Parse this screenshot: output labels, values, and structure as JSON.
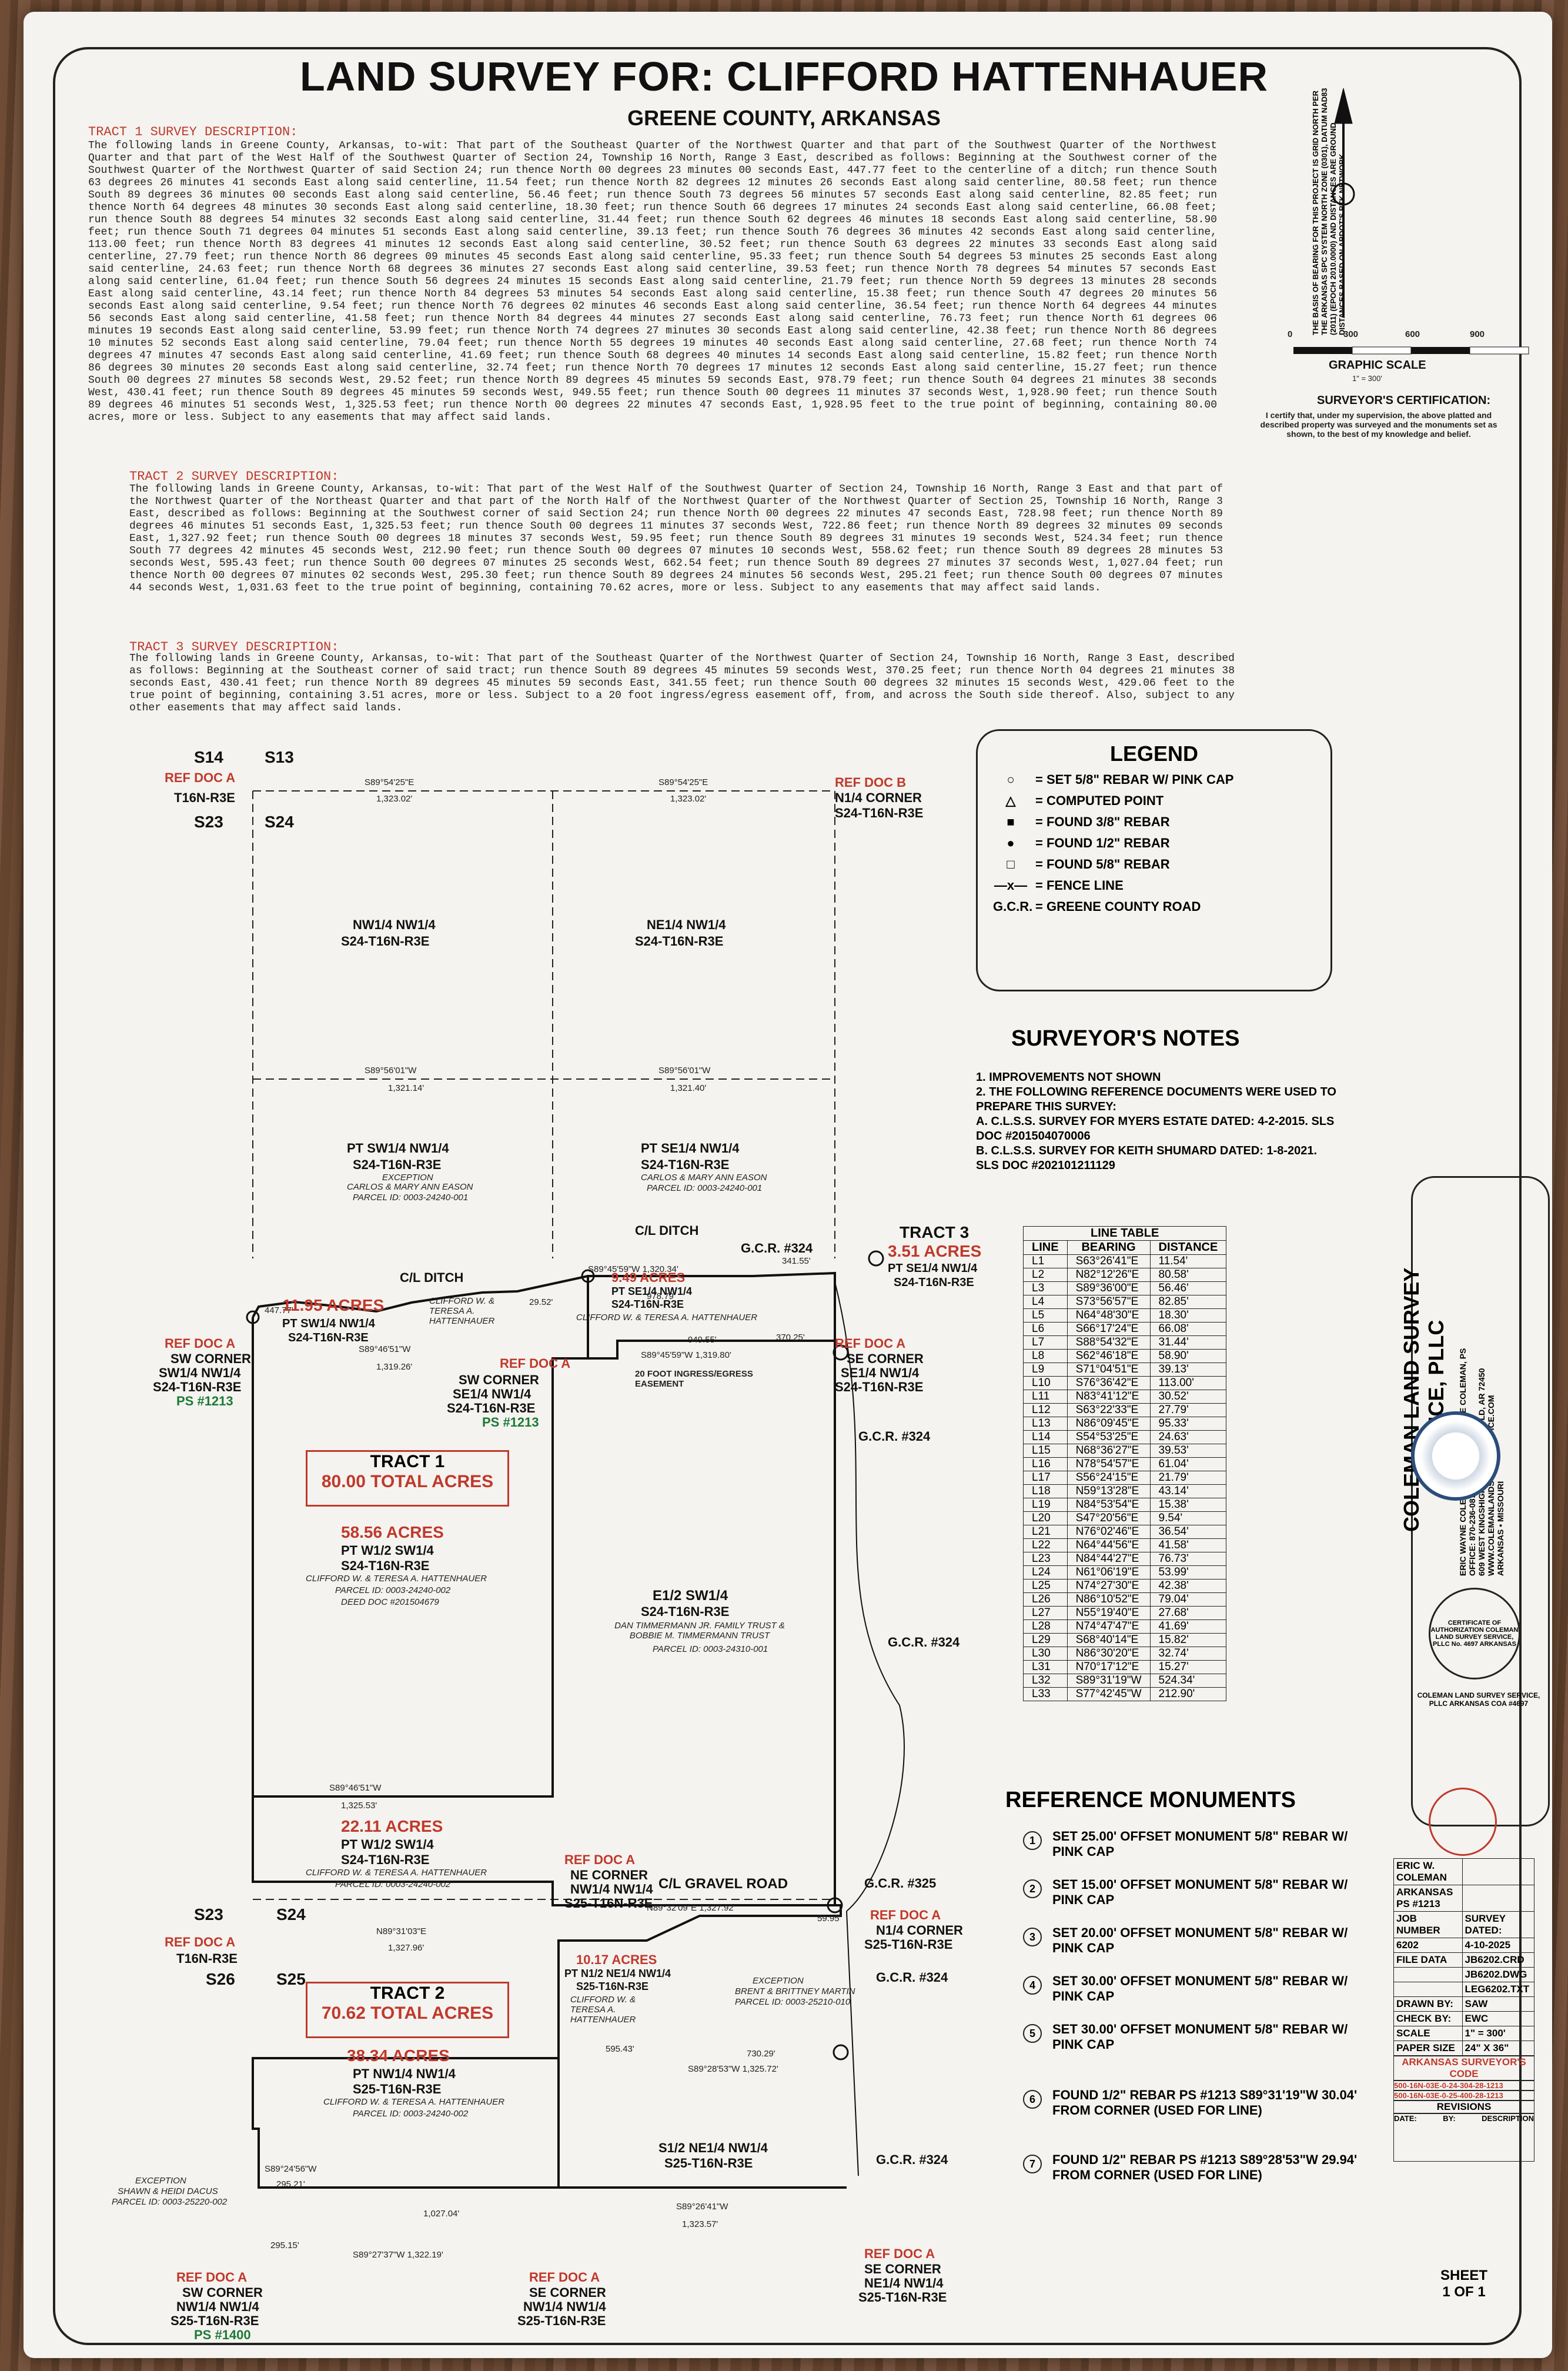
{
  "header": {
    "title": "LAND SURVEY FOR: CLIFFORD HATTENHAUER",
    "county": "GREENE COUNTY, ARKANSAS"
  },
  "tract1": {
    "heading": "TRACT 1 SURVEY DESCRIPTION:",
    "text": "The following lands in Greene County, Arkansas, to-wit: That part of the Southeast Quarter of the Northwest Quarter and that part of the Southwest Quarter of the Northwest Quarter and that part of the West Half of the Southwest Quarter of Section 24, Township 16 North, Range 3 East, described as follows: Beginning at the Southwest corner of the Southwest Quarter of the Northwest Quarter of said Section 24; run thence North 00 degrees 23 minutes 00 seconds East, 447.77 feet to the centerline of a ditch; run thence South 63 degrees 26 minutes 41 seconds East along said centerline, 11.54 feet; run thence North 82 degrees 12 minutes 26 seconds East along said centerline, 80.58 feet; run thence South 89 degrees 36 minutes 00 seconds East along said centerline, 56.46 feet; run thence South 73 degrees 56 minutes 57 seconds East along said centerline, 82.85 feet; run thence North 64 degrees 48 minutes 30 seconds East along said centerline, 18.30 feet; run thence South 66 degrees 17 minutes 24 seconds East along said centerline, 66.08 feet; run thence South 88 degrees 54 minutes 32 seconds East along said centerline, 31.44 feet; run thence South 62 degrees 46 minutes 18 seconds East along said centerline, 58.90 feet; run thence South 71 degrees 04 minutes 51 seconds East along said centerline, 39.13 feet; run thence South 76 degrees 36 minutes 42 seconds East along said centerline, 113.00 feet; run thence North 83 degrees 41 minutes 12 seconds East along said centerline, 30.52 feet; run thence South 63 degrees 22 minutes 33 seconds East along said centerline, 27.79 feet; run thence North 86 degrees 09 minutes 45 seconds East along said centerline, 95.33 feet; run thence South 54 degrees 53 minutes 25 seconds East along said centerline, 24.63 feet; run thence North 68 degrees 36 minutes 27 seconds East along said centerline, 39.53 feet; run thence North 78 degrees 54 minutes 57 seconds East along said centerline, 61.04 feet; run thence South 56 degrees 24 minutes 15 seconds East along said centerline, 21.79 feet; run thence North 59 degrees 13 minutes 28 seconds East along said centerline, 43.14 feet; run thence North 84 degrees 53 minutes 54 seconds East along said centerline, 15.38 feet; run thence South 47 degrees 20 minutes 56 seconds East along said centerline, 9.54 feet; run thence North 76 degrees 02 minutes 46 seconds East along said centerline, 36.54 feet; run thence North 64 degrees 44 minutes 56 seconds East along said centerline, 41.58 feet; run thence North 84 degrees 44 minutes 27 seconds East along said centerline, 76.73 feet; run thence North 61 degrees 06 minutes 19 seconds East along said centerline, 53.99 feet; run thence North 74 degrees 27 minutes 30 seconds East along said centerline, 42.38 feet; run thence North 86 degrees 10 minutes 52 seconds East along said centerline, 79.04 feet; run thence North 55 degrees 19 minutes 40 seconds East along said centerline, 27.68 feet; run thence North 74 degrees 47 minutes 47 seconds East along said centerline, 41.69 feet; run thence South 68 degrees 40 minutes 14 seconds East along said centerline, 15.82 feet; run thence North 86 degrees 30 minutes 20 seconds East along said centerline, 32.74 feet; run thence North 70 degrees 17 minutes 12 seconds East along said centerline, 15.27 feet; run thence South 00 degrees 27 minutes 58 seconds West, 29.52 feet; run thence North 89 degrees 45 minutes 59 seconds East, 978.79 feet; run thence South 04 degrees 21 minutes 38 seconds West, 430.41 feet; run thence South 89 degrees 45 minutes 59 seconds West, 949.55 feet; run thence South 00 degrees 11 minutes 37 seconds West, 1,928.90 feet; run thence South 89 degrees 46 minutes 51 seconds West, 1,325.53 feet; run thence North 00 degrees 22 minutes 47 seconds East, 1,928.95 feet to the true point of beginning, containing 80.00 acres, more or less. Subject to any easements that may affect said lands."
  },
  "tract2": {
    "heading": "TRACT 2 SURVEY DESCRIPTION:",
    "text": "The following lands in Greene County, Arkansas, to-wit: That part of the West Half of the Southwest Quarter of Section 24, Township 16 North, Range 3 East and that part of the Northwest Quarter of the Northeast Quarter and that part of the North Half of the Northwest Quarter of the Northwest Quarter of Section 25, Township 16 North, Range 3 East, described as follows: Beginning at the Southwest corner of said Section 24; run thence North 00 degrees 22 minutes 47 seconds East, 728.98 feet; run thence North 89 degrees 46 minutes 51 seconds East, 1,325.53 feet; run thence South 00 degrees 11 minutes 37 seconds West, 722.86 feet; run thence North 89 degrees 32 minutes 09 seconds East, 1,327.92 feet; run thence South 00 degrees 18 minutes 37 seconds West, 59.95 feet; run thence South 89 degrees 31 minutes 19 seconds West, 524.34 feet; run thence South 77 degrees 42 minutes 45 seconds West, 212.90 feet; run thence South 00 degrees 07 minutes 10 seconds West, 558.62 feet; run thence South 89 degrees 28 minutes 53 seconds West, 595.43 feet; run thence South 00 degrees 07 minutes 25 seconds West, 662.54 feet; run thence South 89 degrees 27 minutes 37 seconds West, 1,027.04 feet; run thence North 00 degrees 07 minutes 02 seconds West, 295.30 feet; run thence South 89 degrees 24 minutes 56 seconds West, 295.21 feet; run thence South 00 degrees 07 minutes 44 seconds West, 1,031.63 feet to the true point of beginning, containing 70.62 acres, more or less. Subject to any easements that may affect said lands."
  },
  "tract3": {
    "heading": "TRACT 3 SURVEY DESCRIPTION:",
    "text": "The following lands in Greene County, Arkansas, to-wit: That part of the Southeast Quarter of the Northwest Quarter of Section 24, Township 16 North, Range 3 East, described as follows: Beginning at the Southeast corner of said tract; run thence South 89 degrees 45 minutes 59 seconds West, 370.25 feet; run thence North 04 degrees 21 minutes 38 seconds East, 430.41 feet; run thence North 89 degrees 45 minutes 59 seconds East, 341.55 feet; run thence South 00 degrees 32 minutes 15 seconds West, 429.06 feet to the true point of beginning, containing 3.51 acres, more or less. Subject to a 20 foot ingress/egress easement off, from, and across the South side thereof. Also, subject to any other easements that may affect said lands."
  },
  "basis": "THE BASIS OF BEARING FOR THIS PROJECT IS GRID NORTH PER THE ARKANSAS SPC SYSTEM NORTH ZONE (0301), DATUM NAD83 (2011) (EPOCH 2010.0000) AND DISTANCES ARE GROUND DISTANCES BASED ON ARDOT'S RTK NETWORK.",
  "scale": {
    "ticks": [
      "0",
      "300",
      "600",
      "900"
    ],
    "label": "GRAPHIC SCALE",
    "ratio": "1\" = 300'"
  },
  "certification": {
    "heading": "SURVEYOR'S CERTIFICATION:",
    "text": "I certify that, under my supervision, the above platted and described property was surveyed and the monuments set as shown, to the best of my knowledge and belief."
  },
  "legend": {
    "title": "LEGEND",
    "items": [
      {
        "sym": "○",
        "text": "= SET 5/8\" REBAR W/ PINK CAP"
      },
      {
        "sym": "△",
        "text": "= COMPUTED POINT"
      },
      {
        "sym": "■",
        "text": "= FOUND 3/8\" REBAR"
      },
      {
        "sym": "●",
        "text": "= FOUND 1/2\" REBAR"
      },
      {
        "sym": "□",
        "text": "= FOUND 5/8\" REBAR"
      },
      {
        "sym": "—x—",
        "text": "= FENCE LINE"
      },
      {
        "sym": "G.C.R.",
        "text": "= GREENE COUNTY ROAD"
      }
    ]
  },
  "notes": {
    "title": "SURVEYOR'S NOTES",
    "items": [
      "1.   IMPROVEMENTS NOT SHOWN",
      "2.   THE FOLLOWING REFERENCE DOCUMENTS WERE USED TO PREPARE THIS SURVEY:",
      "A.   C.L.S.S. SURVEY FOR MYERS ESTATE DATED: 4-2-2015. SLS DOC #201504070006",
      "B.   C.L.S.S. SURVEY FOR KEITH SHUMARD DATED: 1-8-2021. SLS DOC #202101211129"
    ]
  },
  "line_table": {
    "title": "LINE TABLE",
    "headers": [
      "LINE",
      "BEARING",
      "DISTANCE"
    ],
    "rows": [
      [
        "L1",
        "S63°26'41\"E",
        "11.54'"
      ],
      [
        "L2",
        "N82°12'26\"E",
        "80.58'"
      ],
      [
        "L3",
        "S89°36'00\"E",
        "56.46'"
      ],
      [
        "L4",
        "S73°56'57\"E",
        "82.85'"
      ],
      [
        "L5",
        "N64°48'30\"E",
        "18.30'"
      ],
      [
        "L6",
        "S66°17'24\"E",
        "66.08'"
      ],
      [
        "L7",
        "S88°54'32\"E",
        "31.44'"
      ],
      [
        "L8",
        "S62°46'18\"E",
        "58.90'"
      ],
      [
        "L9",
        "S71°04'51\"E",
        "39.13'"
      ],
      [
        "L10",
        "S76°36'42\"E",
        "113.00'"
      ],
      [
        "L11",
        "N83°41'12\"E",
        "30.52'"
      ],
      [
        "L12",
        "S63°22'33\"E",
        "27.79'"
      ],
      [
        "L13",
        "N86°09'45\"E",
        "95.33'"
      ],
      [
        "L14",
        "S54°53'25\"E",
        "24.63'"
      ],
      [
        "L15",
        "N68°36'27\"E",
        "39.53'"
      ],
      [
        "L16",
        "N78°54'57\"E",
        "61.04'"
      ],
      [
        "L17",
        "S56°24'15\"E",
        "21.79'"
      ],
      [
        "L18",
        "N59°13'28\"E",
        "43.14'"
      ],
      [
        "L19",
        "N84°53'54\"E",
        "15.38'"
      ],
      [
        "L20",
        "S47°20'56\"E",
        "9.54'"
      ],
      [
        "L21",
        "N76°02'46\"E",
        "36.54'"
      ],
      [
        "L22",
        "N64°44'56\"E",
        "41.58'"
      ],
      [
        "L23",
        "N84°44'27\"E",
        "76.73'"
      ],
      [
        "L24",
        "N61°06'19\"E",
        "53.99'"
      ],
      [
        "L25",
        "N74°27'30\"E",
        "42.38'"
      ],
      [
        "L26",
        "N86°10'52\"E",
        "79.04'"
      ],
      [
        "L27",
        "N55°19'40\"E",
        "27.68'"
      ],
      [
        "L28",
        "N74°47'47\"E",
        "41.69'"
      ],
      [
        "L29",
        "S68°40'14\"E",
        "15.82'"
      ],
      [
        "L30",
        "N86°30'20\"E",
        "32.74'"
      ],
      [
        "L31",
        "N70°17'12\"E",
        "15.27'"
      ],
      [
        "L32",
        "S89°31'19\"W",
        "524.34'"
      ],
      [
        "L33",
        "S77°42'45\"W",
        "212.90'"
      ]
    ]
  },
  "refmon": {
    "title": "REFERENCE MONUMENTS",
    "items": [
      {
        "n": "1",
        "text": "SET 25.00' OFFSET MONUMENT 5/8\" REBAR W/ PINK CAP"
      },
      {
        "n": "2",
        "text": "SET 15.00' OFFSET MONUMENT 5/8\" REBAR W/ PINK CAP"
      },
      {
        "n": "3",
        "text": "SET 20.00' OFFSET MONUMENT 5/8\" REBAR W/ PINK CAP"
      },
      {
        "n": "4",
        "text": "SET 30.00' OFFSET MONUMENT 5/8\" REBAR W/ PINK CAP"
      },
      {
        "n": "5",
        "text": "SET 30.00' OFFSET MONUMENT 5/8\" REBAR W/ PINK CAP"
      },
      {
        "n": "6",
        "text": "FOUND 1/2\" REBAR PS #1213 S89°31'19\"W 30.04' FROM CORNER (USED FOR LINE)"
      },
      {
        "n": "7",
        "text": "FOUND 1/2\" REBAR PS #1213 S89°28'53\"W 29.94' FROM CORNER (USED FOR LINE)"
      }
    ]
  },
  "company": {
    "name": "COLEMAN LAND SURVEY SERVICE, PLLC",
    "people": "ERIC WAYNE COLEMAN, PS  DANIEL LUKE COLEMAN, PS",
    "office": "OFFICE: 870-236-0875",
    "address": "609 WEST KINGSHIGHWAY • PARAGOULD, AR 72450",
    "web": "WWW.COLEMANLANDSURVEYSERVICE.COM",
    "states": "ARKANSAS • MISSOURI",
    "coa": "COLEMAN LAND SURVEY SERVICE, PLLC ARKANSAS COA #4697",
    "seal": "CERTIFICATE OF AUTHORIZATION COLEMAN LAND SURVEY SERVICE, PLLC No. 4697 ARKANSAS"
  },
  "title_block": {
    "rows": [
      [
        "ERIC W. COLEMAN",
        ""
      ],
      [
        "ARKANSAS PS #1213",
        ""
      ],
      [
        "JOB NUMBER",
        "SURVEY DATED:"
      ],
      [
        "6202",
        "4-10-2025"
      ],
      [
        "FILE DATA",
        "JB6202.CRD"
      ],
      [
        "",
        "JB6202.DWG"
      ],
      [
        "",
        "LEG6202.TXT"
      ],
      [
        "DRAWN BY:",
        "SAW"
      ],
      [
        "CHECK BY:",
        "EWC"
      ],
      [
        "SCALE",
        "1\" = 300'"
      ],
      [
        "PAPER SIZE",
        "24\" X 36\""
      ]
    ],
    "surveyors_code": "ARKANSAS SURVEYOR'S CODE",
    "codes": [
      "500-16N-03E-0-24-304-28-1213",
      "500-16N-03E-0-25-400-28-1213"
    ],
    "revisions": "REVISIONS",
    "rev_cols": [
      "DATE:",
      "BY:",
      "DESCRIPTION"
    ],
    "sheet": "SHEET",
    "sheet_no": "1 OF 1"
  },
  "plat": {
    "s14": "S14",
    "s13": "S13",
    "s23": "S23",
    "s24": "S24",
    "s26": "S26",
    "s25": "S25",
    "refa": "REF DOC A",
    "refb": "REF DOC B",
    "t16": "T16N-R3E",
    "n14corner": "N1/4 CORNER",
    "s24t": "S24-T16N-R3E",
    "nw_nw": "NW1/4 NW1/4",
    "ne_nw": "NE1/4 NW1/4",
    "sub": "S24-T16N-R3E",
    "pt_sw_nw": "PT SW1/4 NW1/4",
    "pt_se_nw": "PT SE1/4 NW1/4",
    "exception": "EXCEPTION",
    "eason": "CARLOS & MARY ANN EASON",
    "eason_parcel": "PARCEL ID: 0003-24240-001",
    "cl_ditch": "C/L DITCH",
    "gcr324": "G.C.R. #324",
    "gcr325": "G.C.R. #325",
    "tract3": "TRACT 3",
    "t3acres": "3.51 ACRES",
    "t3pt": "PT SE1/4 NW1/4",
    "a1195": "11.95 ACRES",
    "a949": "9.49 ACRES",
    "pt_sw_nw2": "PT SW1/4 NW1/4",
    "pt_se_nw2": "PT SE1/4 NW1/4",
    "owner": "CLIFFORD W. & TERESA A. HATTENHAUER",
    "parcel1": "PARCEL ID: 0003-24240-002",
    "deed1": "DEED DOC #201504679",
    "easement": "20 FOOT INGRESS/EGRESS EASEMENT",
    "sw_corner": "SW CORNER",
    "sw_sw_nw": "SW1/4 NW1/4",
    "se_corner": "SE CORNER",
    "se14nw14": "SE1/4 NW1/4",
    "ps1213": "PS #1213",
    "tract1": "TRACT 1",
    "t1total": "80.00 TOTAL ACRES",
    "a5856": "58.56 ACRES",
    "ptw12": "PT W1/2 SW1/4",
    "e12sw": "E1/2 SW1/4",
    "timmermann": "DAN TIMMERMANN JR. FAMILY TRUST & BOBBIE M. TIMMERMANN TRUST",
    "tim_parcel": "PARCEL ID: 0003-24310-001",
    "a2211": "22.11 ACRES",
    "tract2": "TRACT 2",
    "t2total": "70.62 TOTAL ACRES",
    "a3834": "38.34 ACRES",
    "ptnw_nw": "PT NW1/4 NW1/4",
    "s25t": "S25-T16N-R3E",
    "ne_corner": "NE CORNER",
    "nw_nw25": "NW1/4 NW1/4",
    "gravel": "C/L GRAVEL ROAD",
    "n14c25": "N1/4 CORNER",
    "a1017": "10.17 ACRES",
    "ptn12": "PT N1/2 NE1/4 NW1/4",
    "exc_martin": "BRENT & BRITTNEY MARTIN",
    "martin_parcel": "PARCEL ID: 0003-25210-010",
    "s12ne": "S1/2 NE1/4 NW1/4",
    "exc_dacus": "SHAWN & HEIDI DACUS",
    "dacus_parcel": "PARCEL ID: 0003-25220-002",
    "ps1400": "PS #1400",
    "se_nw": "NE1/4 NW1/4",
    "d1": "S89°54'25\"E",
    "d1v": "1,323.02'",
    "d2": "S89°54'25\"E",
    "d2v": "1,323.02'",
    "d3": "S89°56'01\"W",
    "d3v": "1,321.14'",
    "d4": "S89°56'01\"W",
    "d4v": "1,321.40'",
    "d5": "S89°45'59\"W 1,320.34'",
    "d6": "978.79'",
    "d7": "341.55'",
    "d8": "949.55'",
    "d9": "370.25'",
    "d10": "S89°45'59\"W 1,319.80'",
    "d11": "S89°46'51\"W",
    "d11v": "1,319.26'",
    "d12": "S89°46'51\"W",
    "d12v": "1,325.53'",
    "d13": "N89°31'03\"E",
    "d13v": "1,327.96'",
    "d14": "N89°32'09\"E 1,327.92'",
    "d15": "59.95'",
    "d16": "595.43'",
    "d17": "730.29'",
    "d18": "S89°28'53\"W 1,325.72'",
    "d19": "S89°24'56\"W",
    "d19v": "295.21'",
    "d20": "295.15'",
    "d21": "1,027.04'",
    "d22": "S89°27'37\"W 1,322.19'",
    "d23": "S89°26'41\"W",
    "d23v": "1,323.57'",
    "d24": "447.77'",
    "d25": "29.52'"
  }
}
